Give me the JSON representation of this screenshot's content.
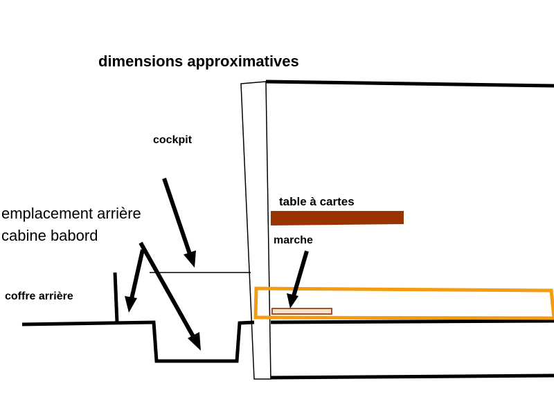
{
  "title": "dimensions approximatives",
  "labels": {
    "cockpit": "cockpit",
    "emplacement_line1": "emplacement arrière",
    "emplacement_line2": "cabine babord",
    "coffre": "coffre arrière",
    "table": "table à cartes",
    "marche": "marche"
  },
  "colors": {
    "line": "#000000",
    "table_bar": "#993300",
    "marche_step": "#a0522d",
    "outline_orange": "#f39c12"
  }
}
